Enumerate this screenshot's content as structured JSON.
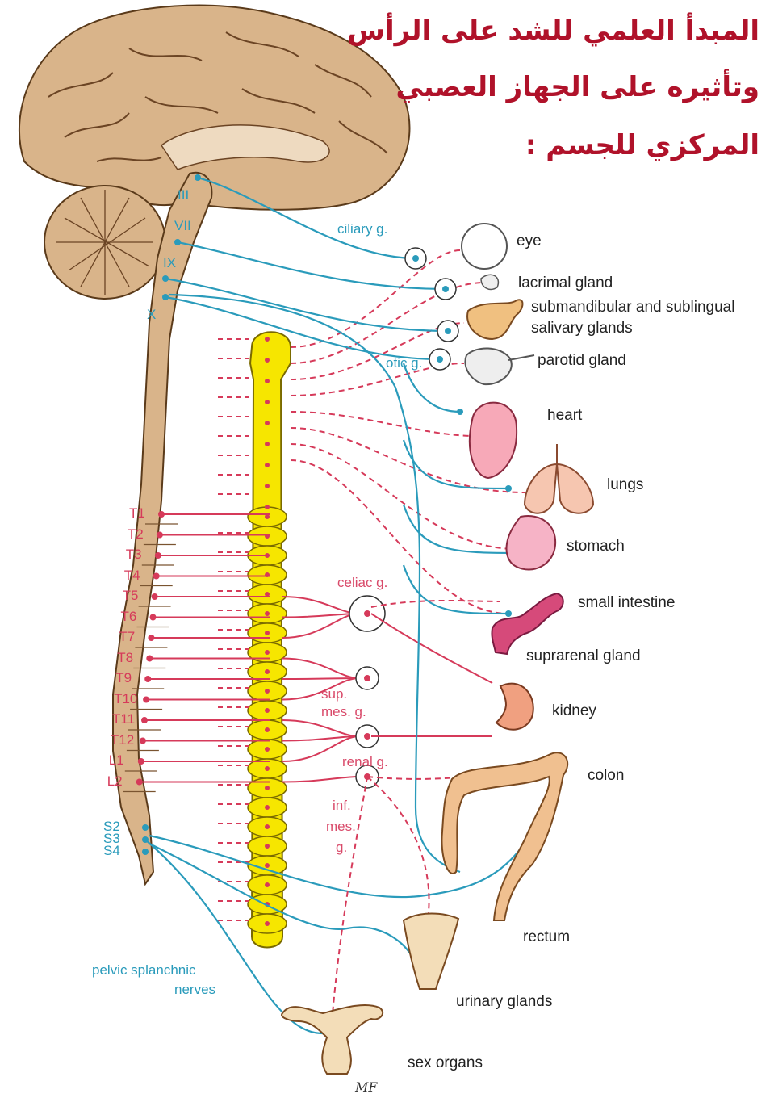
{
  "title": {
    "line1": "المبدأ العلمي للشد على الرأس",
    "line2": "وتأثيره على الجهاز العصبي",
    "line3": "المركزي  للجسم :"
  },
  "cranial_nerves": [
    "III",
    "VII",
    "IX",
    "X"
  ],
  "ganglia": {
    "ciliary": "ciliary g.",
    "otic": "otic g.",
    "celiac": "celiac g.",
    "sup_mes_1": "sup.",
    "sup_mes_2": "mes. g.",
    "renal": "renal g.",
    "inf_mes_1": "inf.",
    "inf_mes_2": "mes.",
    "inf_mes_3": "g."
  },
  "organs": {
    "eye": "eye",
    "lacrimal": "lacrimal gland",
    "submandibular_1": "submandibular and sublingual",
    "submandibular_2": "salivary glands",
    "parotid": "parotid gland",
    "heart": "heart",
    "lungs": "lungs",
    "stomach": "stomach",
    "small_intestine": "small intestine",
    "suprarenal": "suprarenal gland",
    "kidney": "kidney",
    "colon": "colon",
    "rectum": "rectum",
    "urinary": "urinary glands",
    "sex": "sex organs"
  },
  "spinal_segments": [
    "T1",
    "T2",
    "T3",
    "T4",
    "T5",
    "T6",
    "T7",
    "T8",
    "T9",
    "T10",
    "T11",
    "T12",
    "L1",
    "L2"
  ],
  "sacral_segments": [
    "S2",
    "S3",
    "S4"
  ],
  "pelvic": {
    "line1": "pelvic splanchnic",
    "line2": "nerves"
  },
  "signature": "MF",
  "colors": {
    "parasympathetic": "#2a9bbb",
    "sympathetic": "#d63a5a",
    "chain": "#f6e600",
    "brain": "#d9b48a",
    "title": "#b0122a"
  }
}
